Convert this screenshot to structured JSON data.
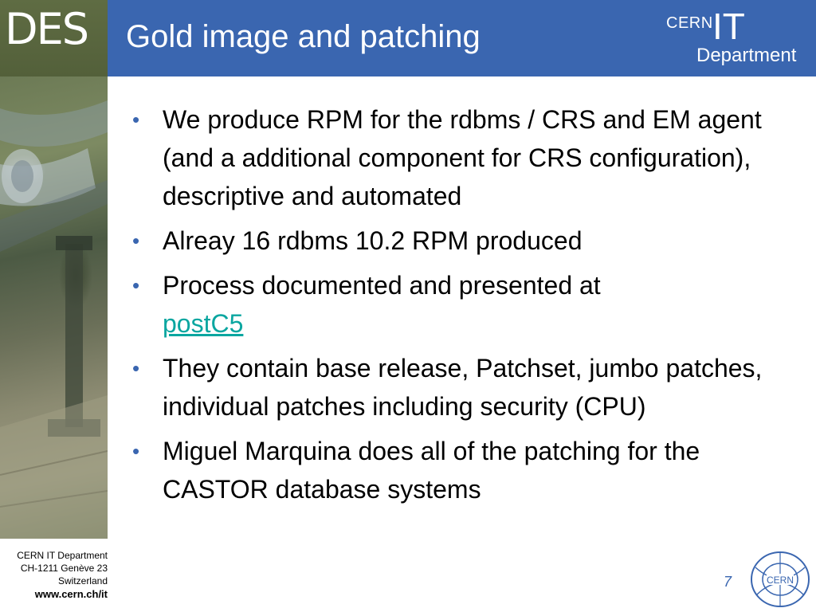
{
  "header": {
    "logo_text": "DES",
    "title": "Gold image and patching",
    "cern_text": "CERN",
    "it_text": "IT",
    "department_text": "Department"
  },
  "bullets": [
    {
      "text": "We produce RPM for the rdbms / CRS and EM agent (and a additional component for CRS configuration), descriptive and automated"
    },
    {
      "text": "Alreay 16 rdbms 10.2 RPM produced"
    },
    {
      "text": "Process documented and presented at",
      "link": "postC5"
    },
    {
      "text": "They contain base release, Patchset, jumbo patches, individual patches including security (CPU)"
    },
    {
      "text": "Miguel Marquina does all of the patching for the CASTOR database systems"
    }
  ],
  "bullet_symbol": "•",
  "footer": {
    "line1": "CERN IT Department",
    "line2": "CH-1211 Genève 23",
    "line3": "Switzerland",
    "url": "www.cern.ch/it"
  },
  "page_number": "7",
  "seal_text": "CERN",
  "colors": {
    "header_blue": "#3a66b0",
    "link_teal": "#0aa6a0"
  }
}
